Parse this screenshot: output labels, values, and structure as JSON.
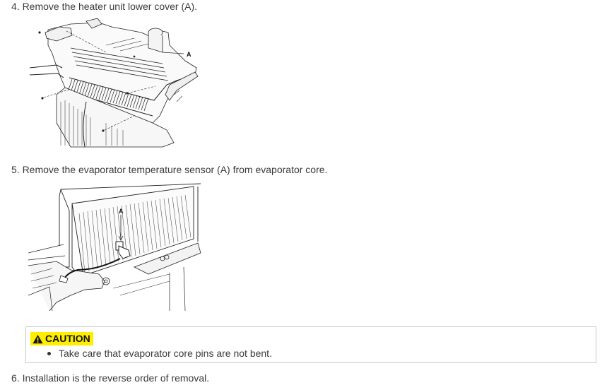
{
  "steps": {
    "step4": "4. Remove the heater unit lower cover (A).",
    "step5": "5. Remove the evaporator temperature sensor (A) from evaporator core.",
    "step6": "6. Installation is the reverse order of removal."
  },
  "figures": {
    "fig1": {
      "callout": "A",
      "icon": "heater-unit-lower-cover-illustration"
    },
    "fig2": {
      "callout": "A",
      "icon": "evaporator-sensor-illustration"
    }
  },
  "caution": {
    "label": "CAUTION",
    "icon": "warning-triangle-icon",
    "items": [
      "Take care that evaporator core pins are not bent."
    ]
  },
  "colors": {
    "caution_bg": "#ffee00",
    "text": "#3a3a3a",
    "border": "#c8c8c8"
  }
}
